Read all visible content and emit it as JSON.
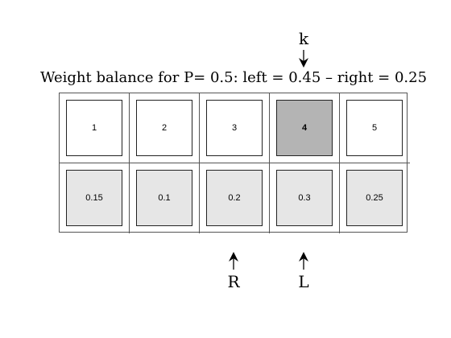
{
  "title": "Weight balance for P= 0.5: left = 0.45 – right = 0.25",
  "pointers": {
    "k": "k",
    "R": "R",
    "L": "L"
  },
  "indices": [
    "1",
    "2",
    "3",
    "4",
    "5"
  ],
  "weights": [
    "0.15",
    "0.1",
    "0.2",
    "0.3",
    "0.25"
  ],
  "highlighted_index": "4",
  "colors": {
    "highlight_fill": "#b4b4b4",
    "weight_fill": "#e6e6e6",
    "index_fill": "#ffffff"
  }
}
